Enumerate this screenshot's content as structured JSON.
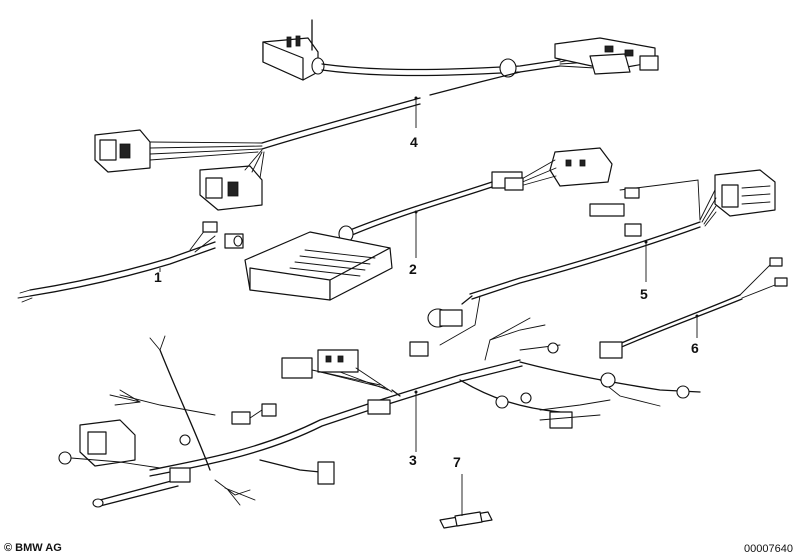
{
  "parts": [
    {
      "id": "part-1",
      "number": "1"
    },
    {
      "id": "part-2",
      "number": "2"
    },
    {
      "id": "part-3",
      "number": "3"
    },
    {
      "id": "part-4",
      "number": "4"
    },
    {
      "id": "part-5",
      "number": "5"
    },
    {
      "id": "part-6",
      "number": "6"
    },
    {
      "id": "part-7",
      "number": "7"
    }
  ],
  "footer": {
    "copyright": "© BMW AG",
    "document_number": "00007640"
  }
}
